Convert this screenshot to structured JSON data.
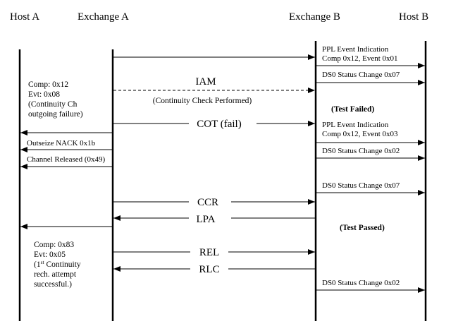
{
  "headers": {
    "host_a": "Host A",
    "exchange_a": "Exchange A",
    "exchange_b": "Exchange B",
    "host_b": "Host B"
  },
  "notes": {
    "ppl_event_1_line1": "PPL Event Indication",
    "ppl_event_1_line2": "Comp 0x12, Event 0x01",
    "ds0_status_1": "DS0 Status Change 0x07",
    "host_a_note_1_line1": "Comp: 0x12",
    "host_a_note_1_line2": "Evt: 0x08",
    "host_a_note_1_line3": "(Continuity Ch",
    "host_a_note_1_line4": "outgoing failure)",
    "test_failed": "(Test Failed)",
    "ppl_event_2_line1": "PPL Event Indication",
    "ppl_event_2_line2": "Comp 0x12, Event 0x03",
    "outseize_nack": "Outseize NACK 0x1b",
    "ds0_status_2": "DS0 Status Change 0x02",
    "channel_released": "Channel Released (0x49)",
    "ds0_status_3": "DS0 Status Change 0x07",
    "test_passed": "(Test Passed)",
    "host_a_note_2_line1": "Comp: 0x83",
    "host_a_note_2_line2": "Evt: 0x05",
    "host_a_note_2_line3_pre": "(1",
    "host_a_note_2_line3_sup": "st",
    "host_a_note_2_line3_post": " Continuity",
    "host_a_note_2_line4": "rech. attempt",
    "host_a_note_2_line5": "successful.)",
    "ds0_status_4": "DS0 Status Change 0x02"
  },
  "messages": {
    "iam": "IAM",
    "iam_sub": "(Continuity Check Performed)",
    "cot_fail": "COT (fail)",
    "ccr": "CCR",
    "lpa": "LPA",
    "rel": "REL",
    "rlc": "RLC"
  }
}
